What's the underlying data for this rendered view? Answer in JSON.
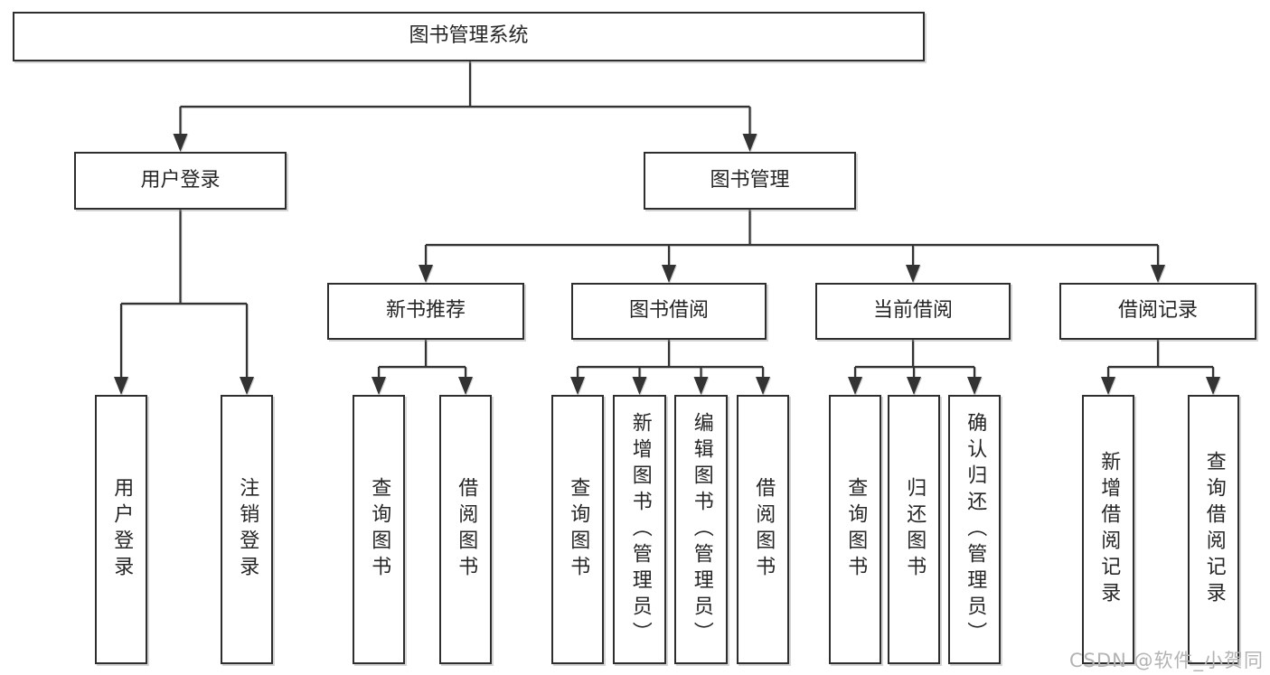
{
  "root": {
    "label": "图书管理系统"
  },
  "user_login": {
    "label": "用户登录",
    "children": [
      {
        "label": "用户登录"
      },
      {
        "label": "注销登录"
      }
    ]
  },
  "book_mgmt": {
    "label": "图书管理",
    "sections": [
      {
        "label": "新书推荐",
        "children": [
          {
            "label": "查询图书"
          },
          {
            "label": "借阅图书"
          }
        ]
      },
      {
        "label": "图书借阅",
        "children": [
          {
            "label": "查询图书"
          },
          {
            "label": "新增图书（管理员）"
          },
          {
            "label": "编辑图书（管理员）"
          },
          {
            "label": "借阅图书"
          }
        ]
      },
      {
        "label": "当前借阅",
        "children": [
          {
            "label": "查询图书"
          },
          {
            "label": "归还图书"
          },
          {
            "label": "确认归还（管理员）"
          }
        ]
      },
      {
        "label": "借阅记录",
        "children": [
          {
            "label": "新增借阅记录"
          },
          {
            "label": "查询借阅记录"
          }
        ]
      }
    ]
  },
  "watermark": "CSDN @软件_小贺同学",
  "colors": {
    "line": "#333333",
    "border": "#2e2e2e",
    "text": "#262626",
    "watermark": "#b3b3b3",
    "background": "#ffffff"
  }
}
